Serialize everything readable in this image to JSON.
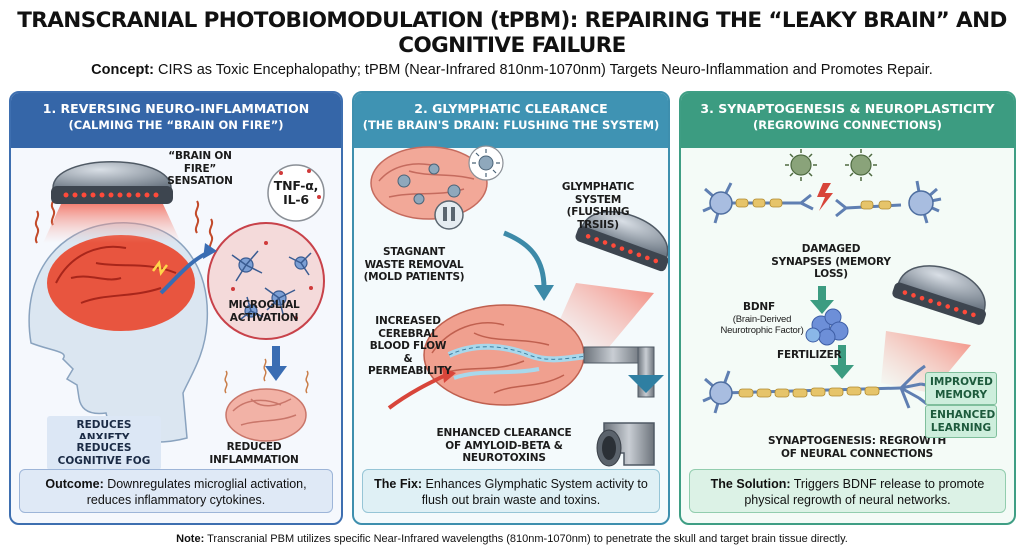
{
  "title": "TRANSCRANIAL PHOTOBIOMODULATION (tPBM): REPAIRING THE “LEAKY BRAIN” AND COGNITIVE FAILURE",
  "concept": {
    "label": "Concept:",
    "text": " CIRS as Toxic Encephalopathy; tPBM (Near-Infrared 810nm-1070nm) Targets Neuro-Inflammation and Promotes Repair."
  },
  "panels": [
    {
      "heading": "1. REVERSING NEURO-INFLAMMATION",
      "subheading": "(CALMING THE “BRAIN ON FIRE”)",
      "labels": {
        "brain_on_fire": "“BRAIN ON FIRE” SENSATION",
        "cytokines": "TNF-α, IL-6",
        "microglial": "MICROGLIAL ACTIVATION",
        "reduced": "REDUCED INFLAMMATION"
      },
      "chips": [
        "REDUCES ANXIETY",
        "REDUCES COGNITIVE FOG"
      ],
      "footer_label": "Outcome:",
      "footer_text": " Downregulates microglial activation, reduces inflammatory cytokines."
    },
    {
      "heading": "2. GLYMPHATIC CLEARANCE",
      "subheading": "(THE BRAIN'S DRAIN: FLUSHING THE SYSTEM)",
      "labels": {
        "glymphatic": "GLYMPHATIC SYSTEM (FLUSHING TRSIIS)",
        "stagnant": "STAGNANT WASTE REMOVAL (MOLD PATIENTS)",
        "bloodflow": "INCREASED CEREBRAL BLOOD FLOW & PERMEABILITY",
        "clearance": "ENHANCED CLEARANCE OF AMYLOID-BETA & NEUROTOXINS"
      },
      "footer_label": "The Fix:",
      "footer_text": " Enhances Glymphatic System activity to flush out brain waste and toxins."
    },
    {
      "heading": "3. SYNAPTOGENESIS & NEUROPLASTICITY",
      "subheading": "(REGROWING CONNECTIONS)",
      "labels": {
        "damaged": "DAMAGED SYNAPSES (MEMORY LOSS)",
        "bdnf": "BDNF",
        "bdnf_full": "(Brain-Derived Neurotrophic Factor)",
        "fertilizer": "FERTILIZER",
        "regrowth": "SYNAPTOGENESIS: REGROWTH OF NEURAL CONNECTIONS"
      },
      "chips": [
        "IMPROVED MEMORY",
        "ENHANCED LEARNING"
      ],
      "footer_label": "The Solution:",
      "footer_text": " Triggers BDNF release to promote physical regrowth of neural networks."
    }
  ],
  "note": {
    "label": "Note:",
    "text": " Transcranial PBM utilizes specific Near-Infrared wavelengths (810nm-1070nm) to penetrate the skull and target brain tissue directly."
  },
  "colors": {
    "panel1": "#3566a8",
    "panel2": "#3f93b3",
    "panel3": "#3c9c81",
    "infrared_red": "#e8473a"
  },
  "icons": [
    "led-helmet-icon",
    "head-profile-icon",
    "brain-icon",
    "microglia-icon",
    "virus-icon",
    "pipe-icon",
    "neuron-icon",
    "protein-icon",
    "arrow-icon",
    "lightning-icon"
  ]
}
